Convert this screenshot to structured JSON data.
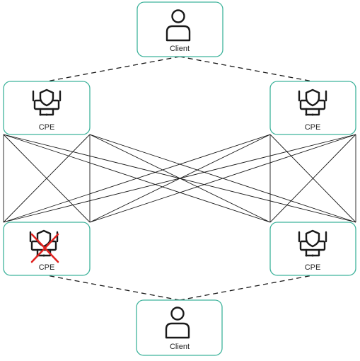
{
  "colors": {
    "node_border": "#3fb39c",
    "link": "#1a1a1a",
    "fault_mark": "#e0221f"
  },
  "nodes": {
    "client_top": {
      "label": "Client",
      "icon": "user-icon"
    },
    "cpe_top_left": {
      "label": "CPE",
      "icon": "router-shield-icon"
    },
    "cpe_top_right": {
      "label": "CPE",
      "icon": "router-shield-icon"
    },
    "cpe_bottom_left": {
      "label": "CPE",
      "icon": "router-shield-icon",
      "failed": true,
      "failure_icon": "red-x-icon"
    },
    "cpe_bottom_right": {
      "label": "CPE",
      "icon": "router-shield-icon"
    },
    "client_bottom": {
      "label": "Client",
      "icon": "user-icon"
    }
  },
  "links": {
    "dashed": [
      [
        "client_top",
        "cpe_top_left"
      ],
      [
        "client_top",
        "cpe_top_right"
      ],
      [
        "client_bottom",
        "cpe_bottom_left"
      ],
      [
        "client_bottom",
        "cpe_bottom_right"
      ]
    ],
    "solid_full_mesh": [
      "cpe_top_left",
      "cpe_top_right",
      "cpe_bottom_left",
      "cpe_bottom_right"
    ]
  }
}
